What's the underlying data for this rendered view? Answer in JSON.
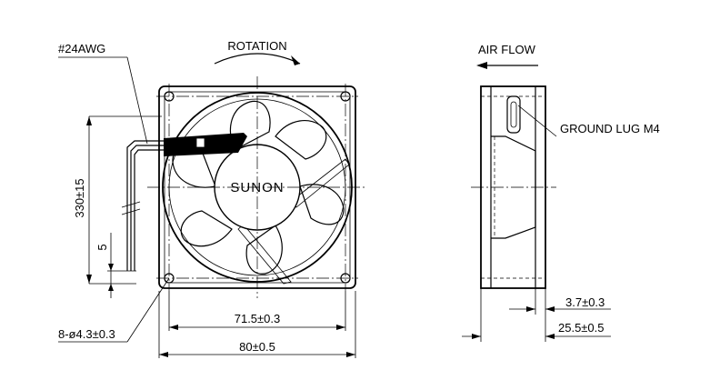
{
  "labels": {
    "wire_gauge": "#24AWG",
    "rotation": "ROTATION",
    "air_flow": "AIR FLOW",
    "ground_lug": "GROUND LUG M4",
    "brand_logo": "SUNON",
    "lead_length": "330±15",
    "strip_length": "5",
    "mount_holes": "8-ø4.3±0.3",
    "hole_spacing": "71.5±0.3",
    "frame_width": "80±0.5",
    "flange_thickness": "3.7±0.3",
    "fan_depth": "25.5±0.5"
  },
  "icons": {
    "rotation_arrow": "curved-arrow-icon",
    "airflow_arrow": "left-arrow-icon"
  }
}
